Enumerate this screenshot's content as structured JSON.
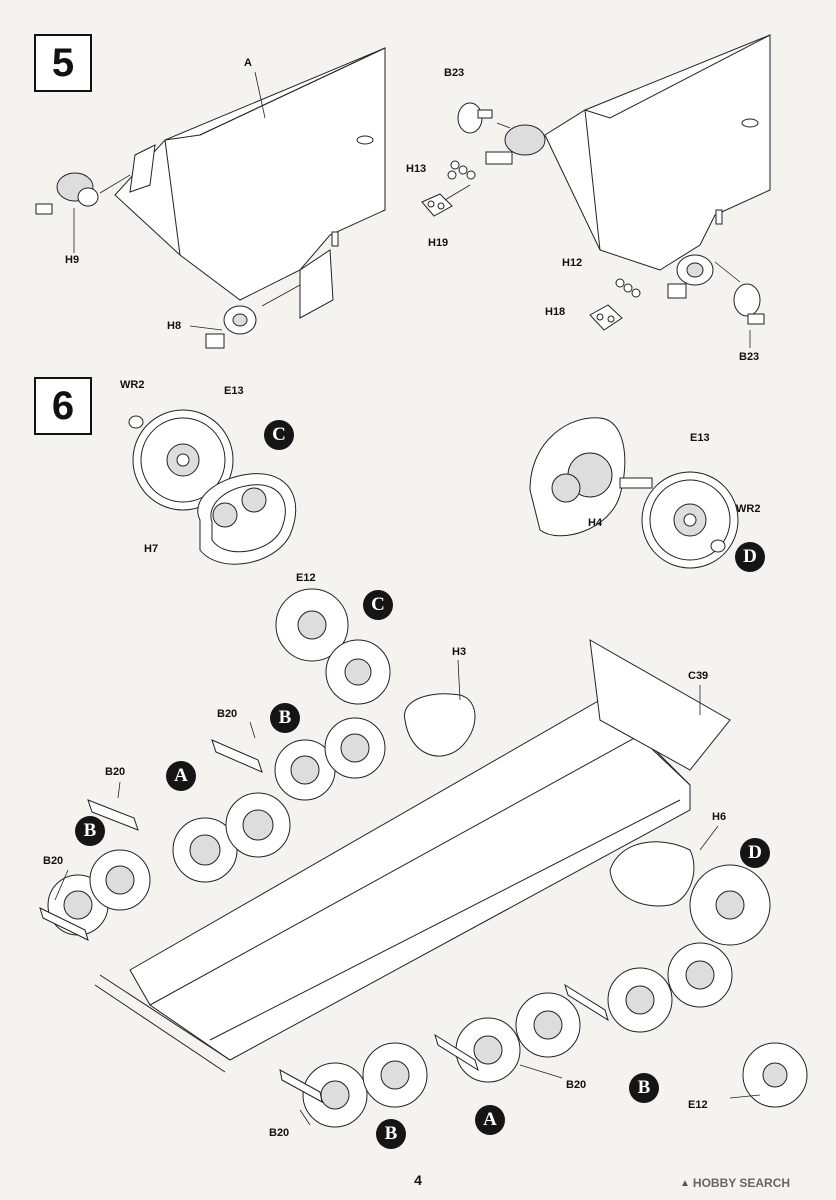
{
  "steps": {
    "step5": {
      "number": "5",
      "labels": {
        "a": "A",
        "h9": "H9",
        "h8": "H8",
        "b23_top": "B23",
        "h13": "H13",
        "h19": "H19",
        "h12": "H12",
        "h18": "H18",
        "b23_bottom": "B23"
      }
    },
    "step6": {
      "number": "6",
      "labels": {
        "wr2_left": "WR2",
        "e13_left": "E13",
        "h7": "H7",
        "e13_right": "E13",
        "h4": "H4",
        "wr2_right": "WR2",
        "e12_top": "E12",
        "h3": "H3",
        "c39": "C39",
        "b20_1": "B20",
        "b20_2": "B20",
        "b20_3": "B20",
        "h6": "H6",
        "b20_4": "B20",
        "b20_5": "B20",
        "e12_bottom": "E12"
      },
      "markers": {
        "c1": "C",
        "d1": "D",
        "c2": "C",
        "b1": "B",
        "a1": "A",
        "b2": "B",
        "d2": "D",
        "a2": "A",
        "b3": "B",
        "b4": "B"
      }
    }
  },
  "footer": {
    "page_number": "4",
    "watermark": "HOBBY SEARCH",
    "watermark_icon": "search-icon"
  }
}
